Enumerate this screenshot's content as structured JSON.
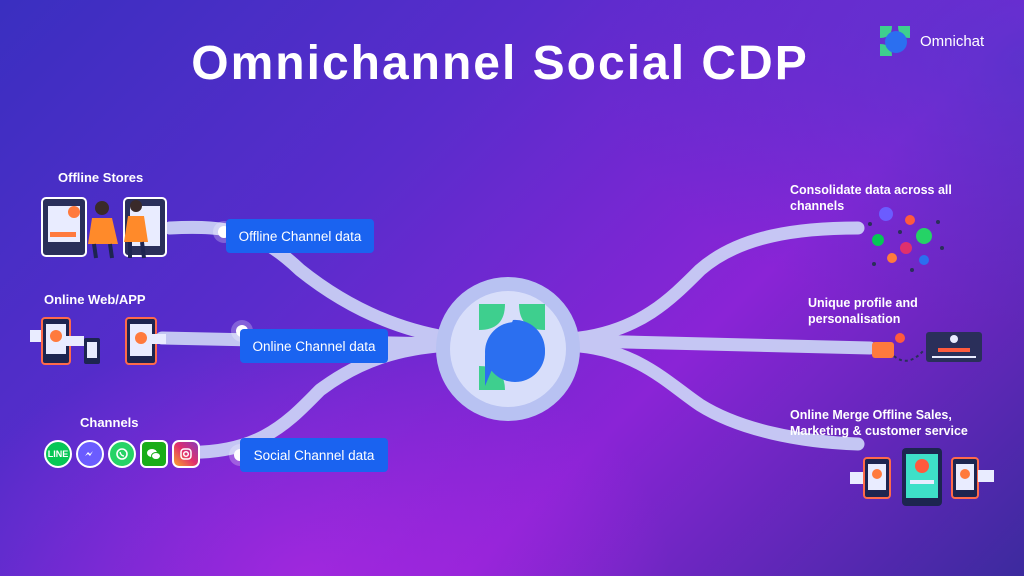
{
  "title": "Omnichannel Social CDP",
  "brand": {
    "name": "Omnichat",
    "icon": "omnichat-logo-icon"
  },
  "colors": {
    "accent_blue": "#1a63f0",
    "connector": "#c9cff5",
    "hub_ring": "#b8c2f2",
    "logo_green": "#3ecf8e",
    "logo_blue": "#2b6ff0"
  },
  "inputs": [
    {
      "label": "Offline Stores",
      "channel": "Offline Channel data"
    },
    {
      "label": "Online Web/APP",
      "channel": "Online Channel data"
    },
    {
      "label": "Channels",
      "channel": "Social Channel data"
    }
  ],
  "social_icons": [
    "line-icon",
    "messenger-icon",
    "whatsapp-icon",
    "wechat-icon",
    "instagram-icon"
  ],
  "outputs": [
    {
      "label": "Consolidate data across all channels"
    },
    {
      "label": "Unique profile and personalisation"
    },
    {
      "label": "Online Merge Offline Sales, Marketing & customer service"
    }
  ]
}
